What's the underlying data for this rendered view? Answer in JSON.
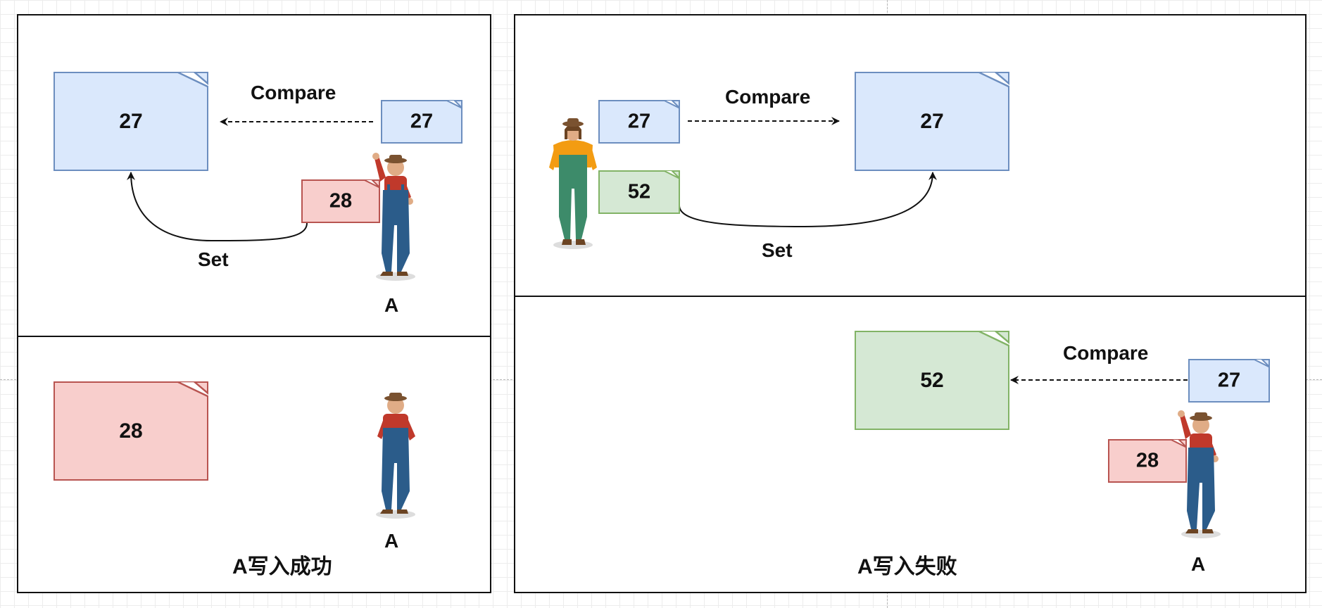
{
  "labels": {
    "compare": "Compare",
    "set": "Set",
    "actor": "A"
  },
  "captions": {
    "success": "A写入成功",
    "failure": "A写入失败"
  },
  "values": {
    "v27": "27",
    "v28": "28",
    "v52": "52"
  },
  "colors": {
    "blue_fill": "#dae8fc",
    "blue_stroke": "#6c8ebf",
    "red_fill": "#f8cecc",
    "red_stroke": "#b85450",
    "green_fill": "#d5e8d4",
    "green_stroke": "#82b366"
  },
  "icons": {
    "farmer_male": "farmer-man-icon",
    "farmer_female": "farmer-woman-icon"
  }
}
